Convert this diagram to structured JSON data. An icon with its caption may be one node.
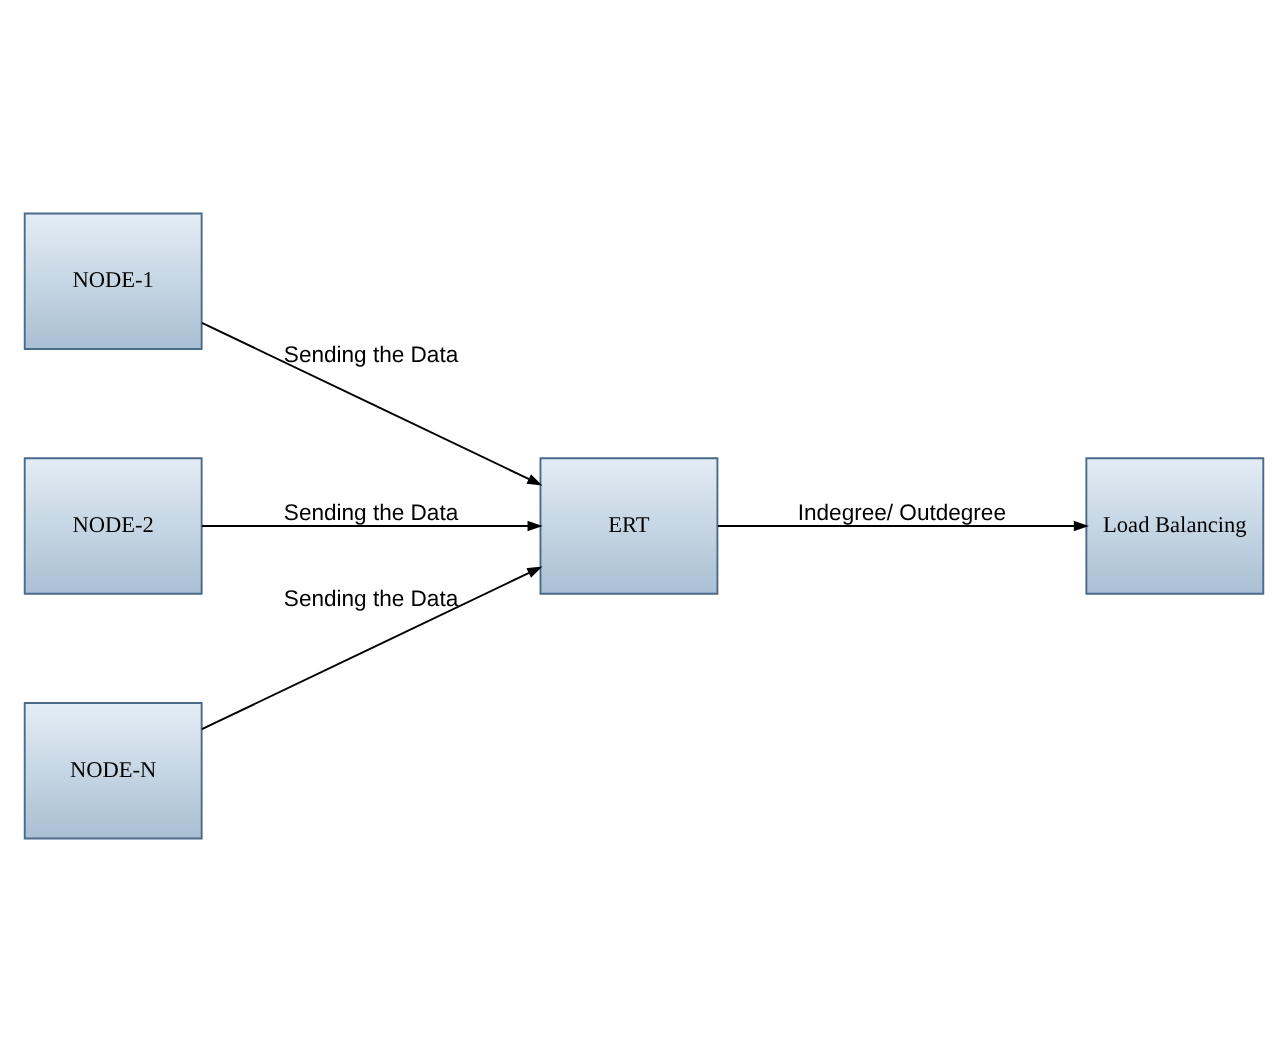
{
  "diagram": {
    "nodes": [
      {
        "text": [
          "NODE-1"
        ]
      },
      {
        "text": [
          "NODE-2"
        ]
      },
      {
        "text": [
          "NODE-N"
        ]
      },
      {
        "text": [
          "ERT"
        ]
      },
      {
        "text": [
          "Load Balancing"
        ]
      }
    ],
    "edges": [
      {
        "from": 0,
        "to": 3,
        "arrow": "to",
        "label": "Sending the Data"
      },
      {
        "from": 1,
        "to": 3,
        "arrow": "to",
        "label": "Sending the Data"
      },
      {
        "from": 2,
        "to": 3,
        "arrow": "to",
        "label": "Sending the Data"
      },
      {
        "from": 3,
        "to": 4,
        "arrow": "to",
        "label": "Indegree/ Outdegree"
      }
    ]
  }
}
